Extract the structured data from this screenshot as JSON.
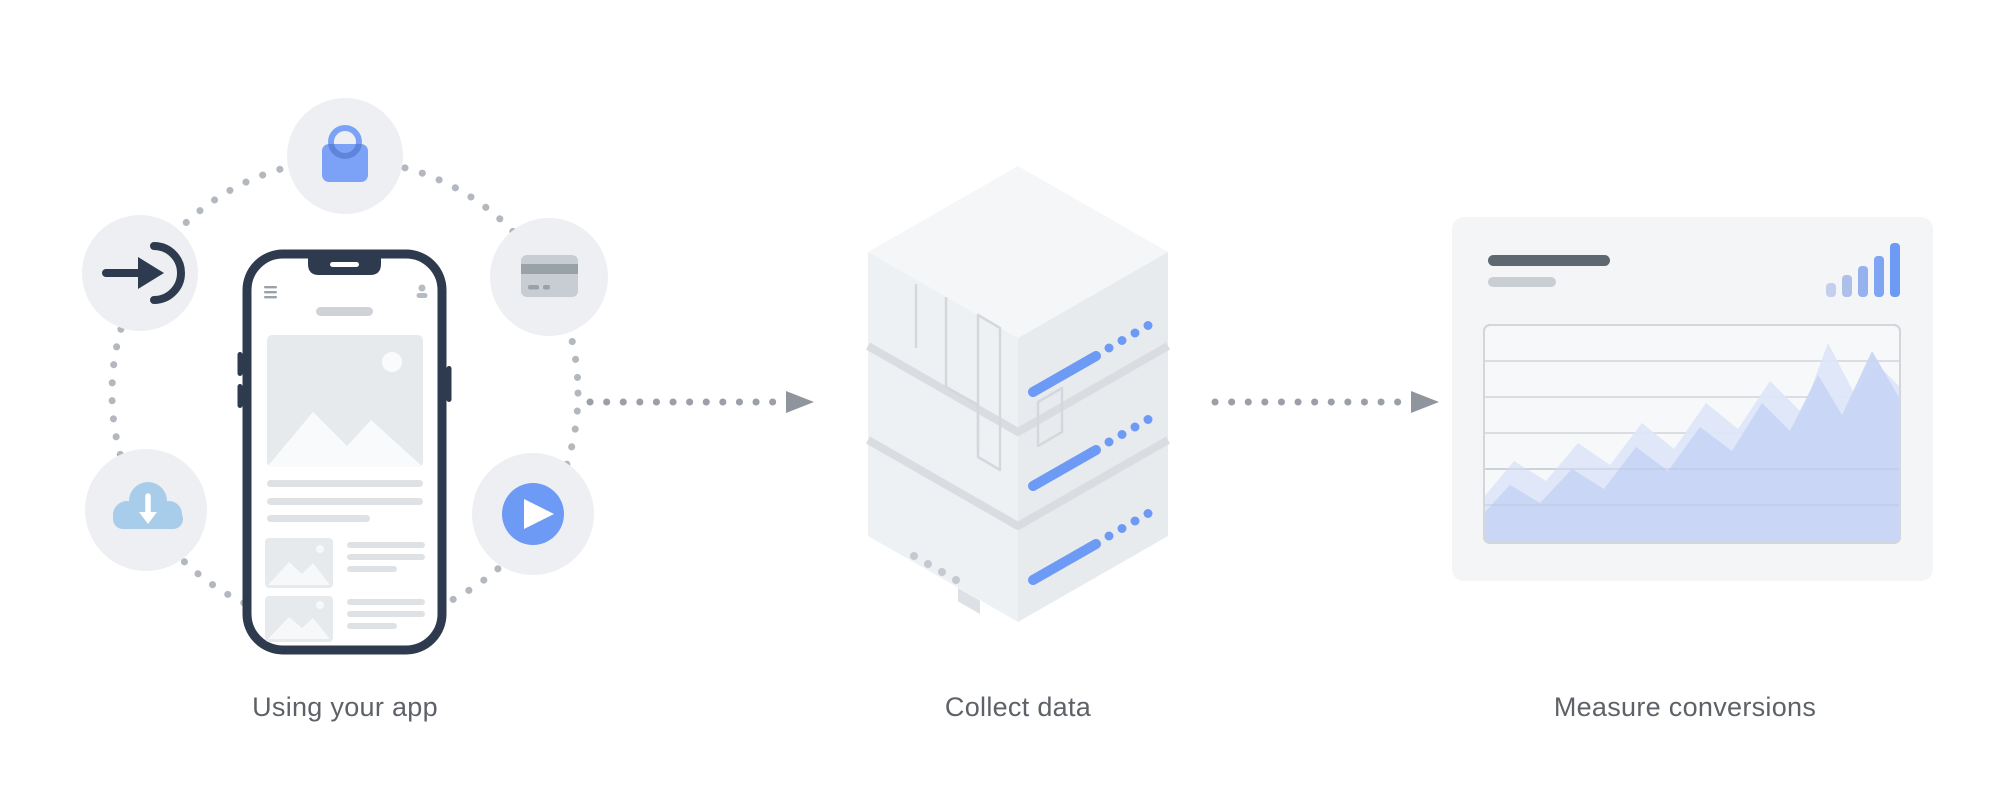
{
  "diagram": {
    "title": "app measurement flow",
    "steps": [
      {
        "id": "using-your-app",
        "label": "Using your app"
      },
      {
        "id": "collect-data",
        "label": "Collect data"
      },
      {
        "id": "measure-conversions",
        "label": "Measure conversions"
      }
    ],
    "connectors": [
      {
        "name": "flow-arrow-1",
        "direction": "right"
      },
      {
        "name": "flow-arrow-2",
        "direction": "right"
      }
    ],
    "app_cluster_icons": [
      "shopping-bag-icon",
      "sign-in-icon",
      "credit-card-icon",
      "cloud-download-icon",
      "play-icon"
    ],
    "colors": {
      "accent_blue": "#6d9af5",
      "bag_blue": "#7ba2f7",
      "sky_blue": "#a8cdea",
      "area_blue": "#c7d5f4",
      "area_blue_light": "#dde6f8",
      "dark_navy": "#2e3b4e",
      "label_gray": "#5d6268",
      "dot_gray": "#9aa0a6",
      "icon_circle_bg": "#edeff2",
      "card_bg": "#f3f5f6",
      "server_face_top": "#f4f6f8",
      "server_face_left": "#eef1f3",
      "server_face_right": "#e8ebee"
    }
  }
}
